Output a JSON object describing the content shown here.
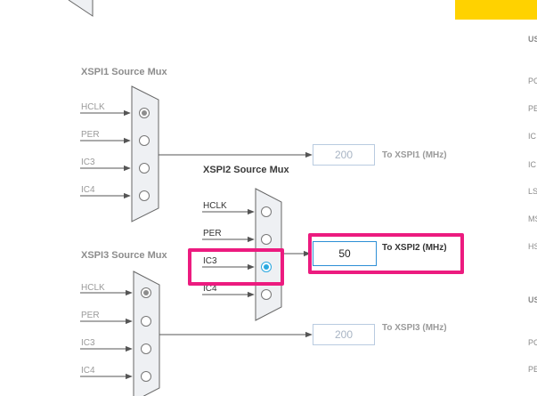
{
  "xspi1": {
    "title": "XSPI1 Source Mux",
    "inputs": [
      "HCLK",
      "PER",
      "IC3",
      "IC4"
    ],
    "value": "200",
    "output_label": "To XSPI1 (MHz)"
  },
  "xspi2": {
    "title": "XSPI2 Source Mux",
    "inputs": [
      "HCLK",
      "PER",
      "IC3",
      "IC4"
    ],
    "value": "50",
    "output_label": "To XSPI2 (MHz)"
  },
  "xspi3": {
    "title": "XSPI3 Source Mux",
    "inputs": [
      "HCLK",
      "PER",
      "IC3",
      "IC4"
    ],
    "value": "200",
    "output_label": "To XSPI3 (MHz)"
  },
  "side_panel": {
    "items": [
      "US",
      "PC",
      "PE",
      "IC",
      "IC",
      "LS",
      "MS",
      "HS",
      "US",
      "PC",
      "PE"
    ]
  },
  "colors": {
    "highlight": "#ec1b7f",
    "accent_yellow": "#ffd200",
    "radio_selected": "#2aa8e0"
  }
}
